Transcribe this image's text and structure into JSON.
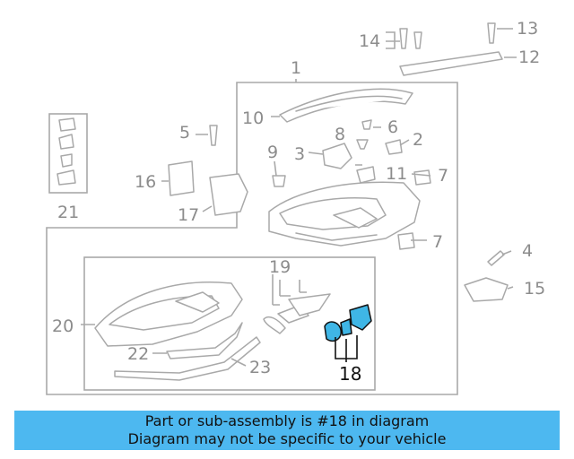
{
  "callouts": [
    {
      "id": "c1",
      "text": "1"
    },
    {
      "id": "c2",
      "text": "2"
    },
    {
      "id": "c3",
      "text": "3"
    },
    {
      "id": "c4",
      "text": "4"
    },
    {
      "id": "c5",
      "text": "5"
    },
    {
      "id": "c6",
      "text": "6"
    },
    {
      "id": "c7a",
      "text": "7"
    },
    {
      "id": "c7b",
      "text": "7"
    },
    {
      "id": "c8",
      "text": "8"
    },
    {
      "id": "c9",
      "text": "9"
    },
    {
      "id": "c10",
      "text": "10"
    },
    {
      "id": "c11",
      "text": "11"
    },
    {
      "id": "c12",
      "text": "12"
    },
    {
      "id": "c13",
      "text": "13"
    },
    {
      "id": "c14",
      "text": "14"
    },
    {
      "id": "c15",
      "text": "15"
    },
    {
      "id": "c16",
      "text": "16"
    },
    {
      "id": "c17",
      "text": "17"
    },
    {
      "id": "c18",
      "text": "18"
    },
    {
      "id": "c19",
      "text": "19"
    },
    {
      "id": "c20",
      "text": "20"
    },
    {
      "id": "c21",
      "text": "21"
    },
    {
      "id": "c22",
      "text": "22"
    },
    {
      "id": "c23",
      "text": "23"
    }
  ],
  "highlighted_part": "18",
  "banner": {
    "line1": "Part or sub-assembly is #18 in diagram",
    "line2": "Diagram may not be specific to your vehicle"
  },
  "colors": {
    "highlight": "#3fb6e6",
    "banner_bg": "#4db8f0",
    "line": "#a9a9a9",
    "label": "#8c8c8c"
  }
}
